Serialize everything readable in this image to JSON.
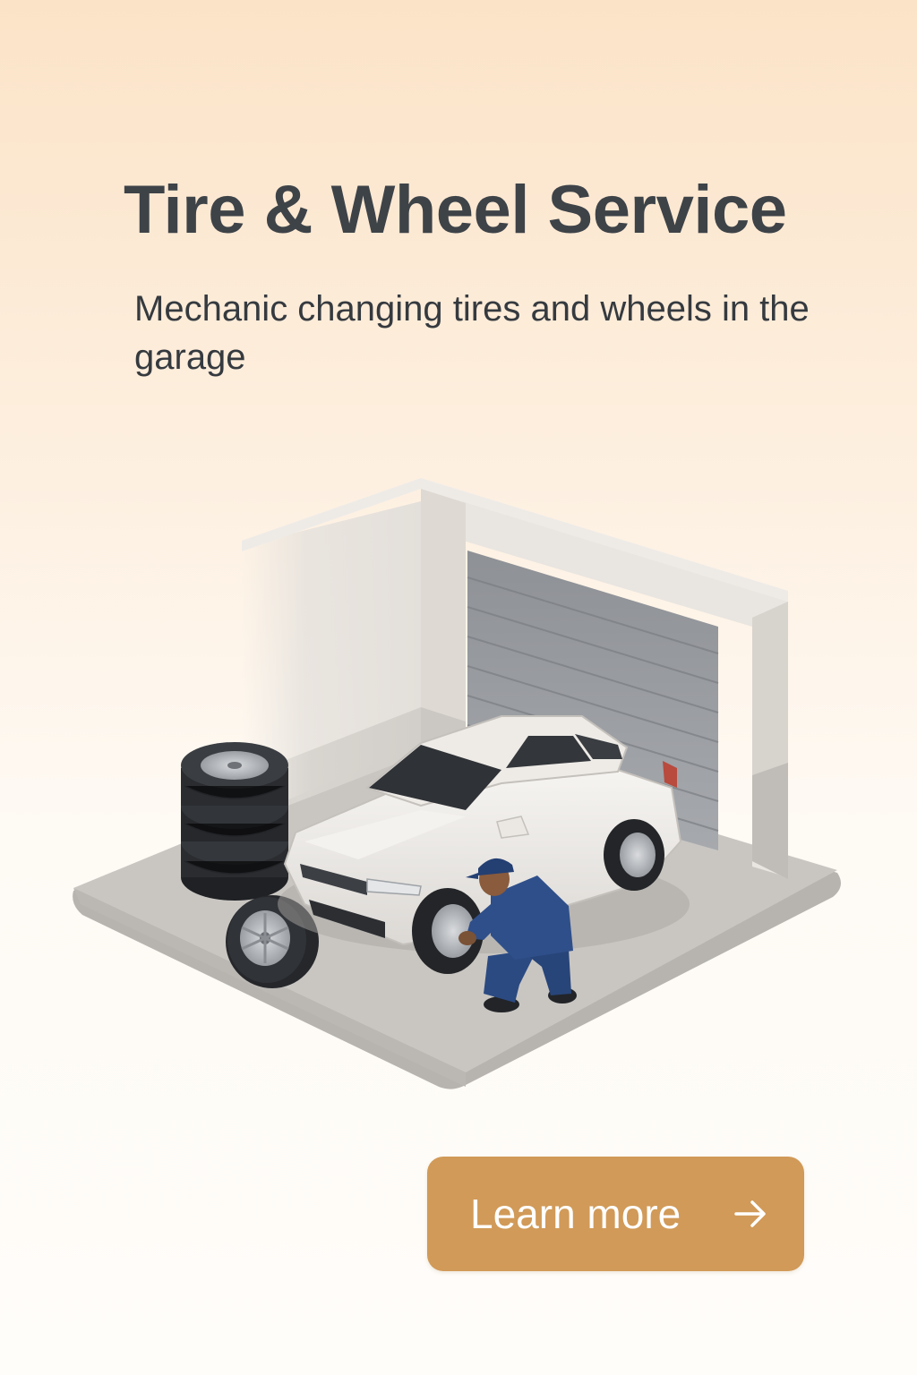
{
  "hero": {
    "title": "Tire & Wheel Service",
    "subtitle": "Mechanic changing tires and wheels in the garage"
  },
  "cta": {
    "label": "Learn more",
    "icon": "arrow-right-icon"
  },
  "illustration": {
    "subject": "garage-scene"
  },
  "colors": {
    "accent": "#d19a58",
    "title": "#3e4348",
    "background_top": "#fbe3c7",
    "background_bottom": "#fffdfa"
  }
}
